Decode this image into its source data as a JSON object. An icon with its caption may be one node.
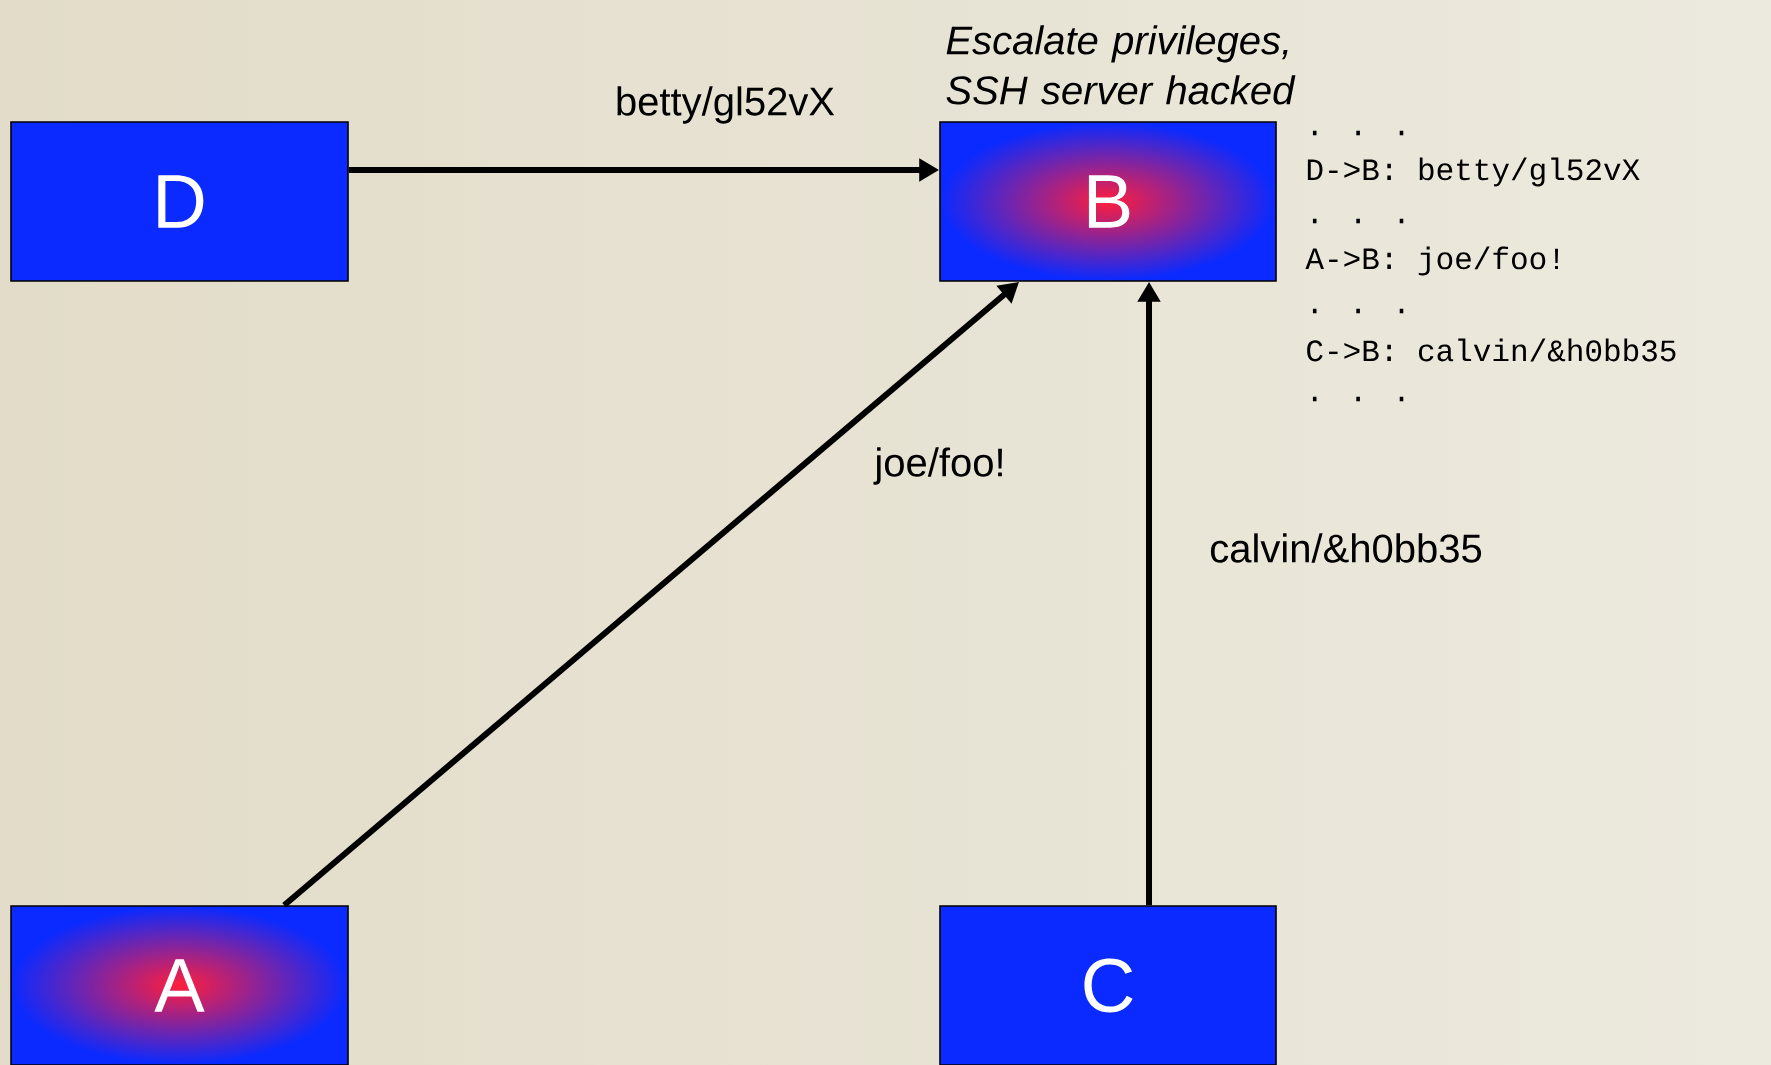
{
  "diagram": {
    "nodes": [
      {
        "text": [
          "D"
        ]
      },
      {
        "text": [
          "B"
        ],
        "beside": [
          "Escalate privileges, SSH server hacked"
        ]
      },
      {
        "text": [
          "A"
        ]
      },
      {
        "text": [
          "C"
        ]
      }
    ],
    "edges": [
      {
        "from": 0,
        "to": 1,
        "arrow": "to",
        "label": "betty/gl52vX"
      },
      {
        "from": 2,
        "to": 1,
        "arrow": "to",
        "label": "joe/foo!"
      },
      {
        "from": 3,
        "to": 1,
        "arrow": "to",
        "label": "calvin/&h0bb35"
      }
    ],
    "labels": [
      ". . .",
      "D->B: betty/gl52vX",
      ". . .",
      "A->B: joe/foo!",
      ". . .",
      "C->B: calvin/&h0bb35",
      ". . ."
    ]
  }
}
